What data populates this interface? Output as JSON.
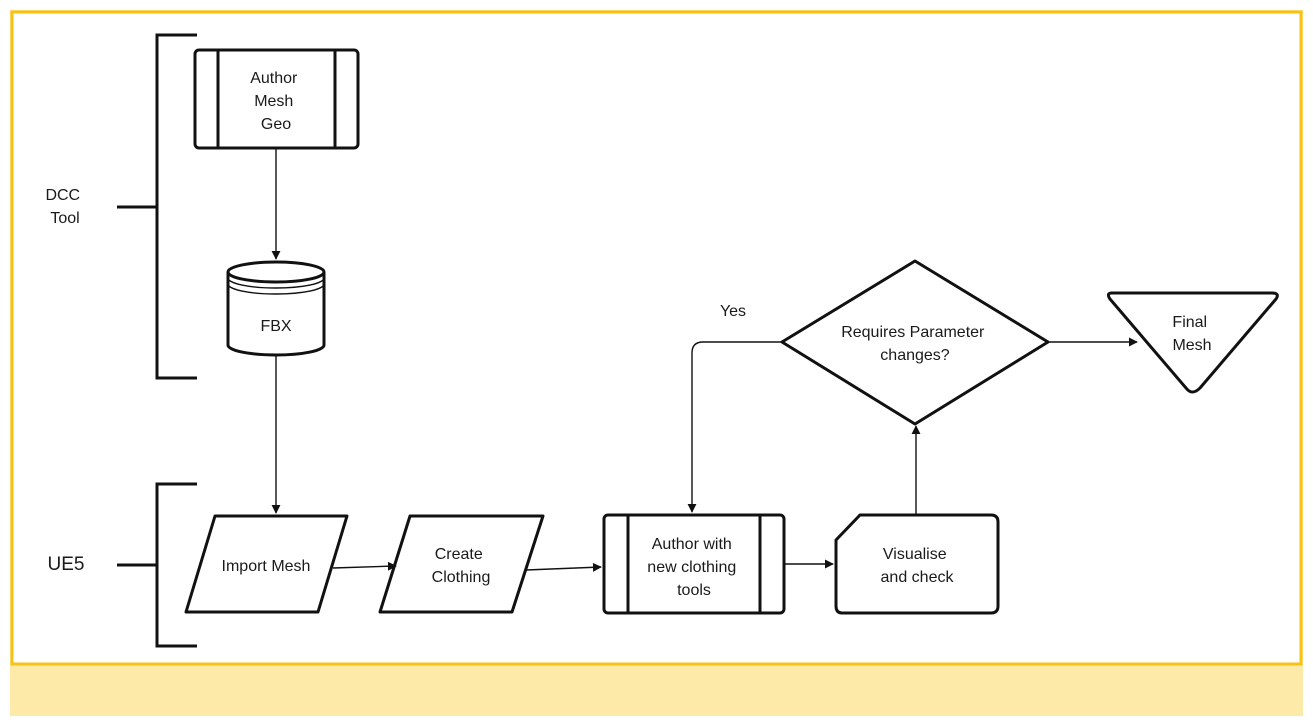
{
  "groups": {
    "dcc": [
      "DCC",
      "Tool"
    ],
    "ue5": "UE5"
  },
  "nodes": {
    "author_mesh_geo": [
      "Author",
      "Mesh",
      "Geo"
    ],
    "fbx": "FBX",
    "import_mesh": "Import Mesh",
    "create_clothing": [
      "Create",
      "Clothing"
    ],
    "author_clothing_tools": [
      "Author with",
      "new clothing",
      "tools"
    ],
    "visualise_check": [
      "Visualise",
      "and check"
    ],
    "requires_params": [
      "Requires Parameter",
      "changes?"
    ],
    "final_mesh": [
      "Final",
      "Mesh"
    ]
  },
  "edges": {
    "yes_label": "Yes"
  },
  "colors": {
    "frame_border": "#f6c214",
    "frame_fill": "#fde9a8",
    "shape_stroke": "#111111",
    "shape_fill": "#ffffff"
  }
}
